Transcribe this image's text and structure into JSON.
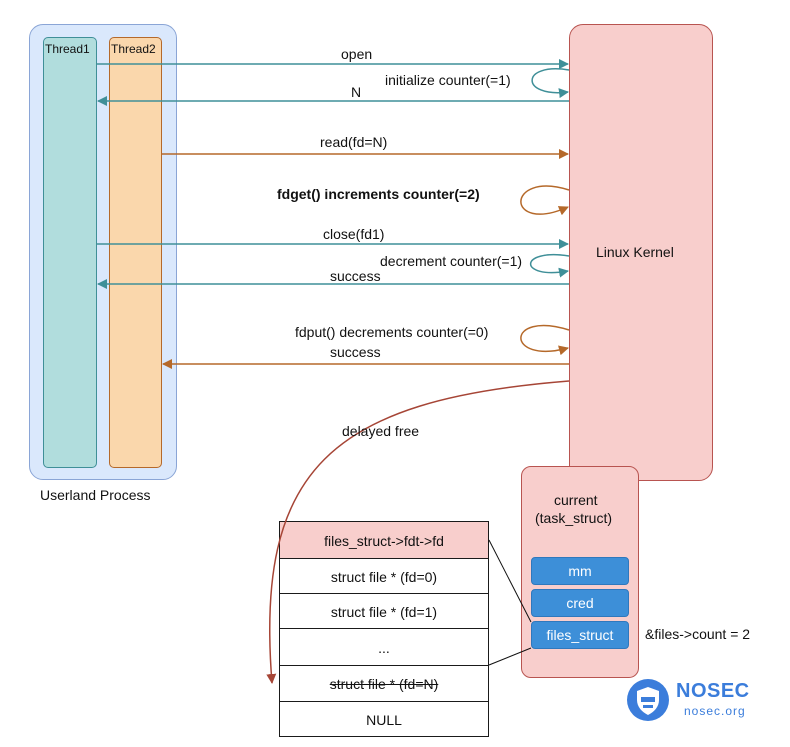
{
  "userland": {
    "label": "Userland Process",
    "thread1": "Thread1",
    "thread2": "Thread2"
  },
  "kernel": {
    "label": "Linux Kernel"
  },
  "arrows": {
    "open": "open",
    "init_counter": "initialize counter(=1)",
    "n_return": "N",
    "read": "read(fd=N)",
    "fdget": "fdget() increments counter(=2)",
    "close": "close(fd1)",
    "decrement": "decrement counter(=1)",
    "success1": "success",
    "fdput": "fdput() decrements counter(=0)",
    "success2": "success",
    "delayed_free": "delayed free"
  },
  "current": {
    "title_line1": "current",
    "title_line2": "(task_struct)",
    "fields": [
      "mm",
      "cred",
      "files_struct"
    ],
    "files_count": "&files->count = 2"
  },
  "fd_table": {
    "header": "files_struct->fdt->fd",
    "rows": [
      "struct file * (fd=0)",
      "struct file * (fd=1)",
      "...",
      "struct file * (fd=N)",
      "NULL"
    ],
    "struck_row_index": 3
  },
  "logo": {
    "name": "NOSEC",
    "domain": "nosec.org"
  },
  "colors": {
    "teal": "#3f8f98",
    "orange": "#b5692a",
    "dark_red": "#a64536",
    "kernel_fill": "#f8cecc",
    "kernel_border": "#b85450",
    "userland_fill": "#dae8fc",
    "userland_border": "#8aa5d6",
    "thread1_fill": "#b1dddd",
    "thread2_fill": "#fad7ac",
    "field_blue": "#3d8fd8",
    "logo_blue": "#3b7ddb"
  }
}
